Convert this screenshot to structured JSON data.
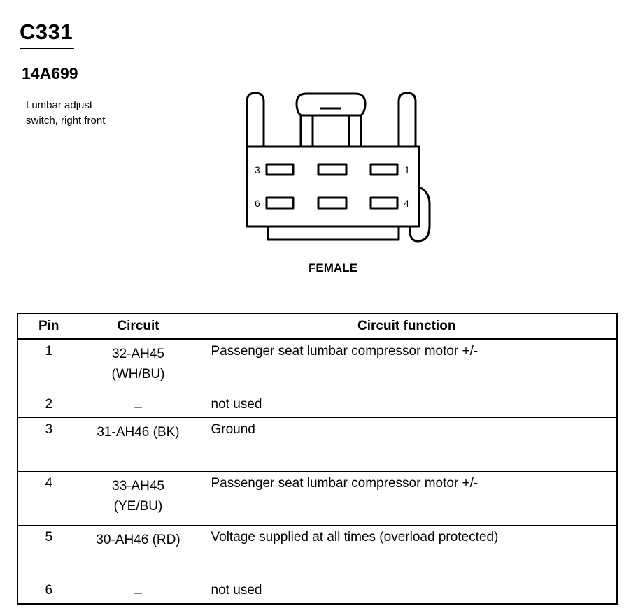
{
  "connector": {
    "id": "C331",
    "part_number": "14A699",
    "description_line1": "Lumbar adjust",
    "description_line2": "switch, right front",
    "gender": "FEMALE",
    "face_pin_labels": {
      "p1": "1",
      "p3": "3",
      "p4": "4",
      "p6": "6"
    },
    "latch_mark": "–"
  },
  "table": {
    "headers": {
      "pin": "Pin",
      "circuit": "Circuit",
      "function": "Circuit function"
    },
    "rows": [
      {
        "pin": "1",
        "circuit_line1": "32-AH45",
        "circuit_line2": "(WH/BU)",
        "function": "Passenger seat lumbar compressor motor  +/-"
      },
      {
        "pin": "2",
        "circuit_line1": "–",
        "circuit_line2": "",
        "function": "not used"
      },
      {
        "pin": "3",
        "circuit_line1": "31-AH46 (BK)",
        "circuit_line2": "",
        "function": "Ground"
      },
      {
        "pin": "4",
        "circuit_line1": "33-AH45",
        "circuit_line2": "(YE/BU)",
        "function": "Passenger seat lumbar compressor motor  +/-"
      },
      {
        "pin": "5",
        "circuit_line1": "30-AH46 (RD)",
        "circuit_line2": "",
        "function": "Voltage supplied at all times (overload protected)"
      },
      {
        "pin": "6",
        "circuit_line1": "–",
        "circuit_line2": "",
        "function": "not used"
      }
    ]
  }
}
